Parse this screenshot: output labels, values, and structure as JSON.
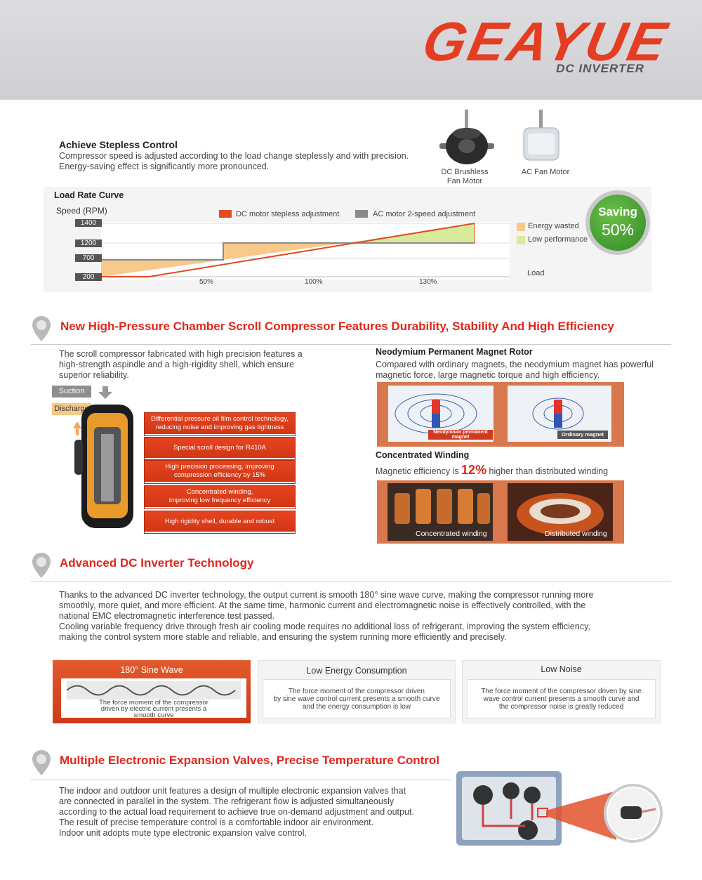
{
  "brand": {
    "logo": "GEAYUE",
    "subtitle": "DC INVERTER"
  },
  "stepless": {
    "title": "Achieve Stepless Control",
    "line1": "Compressor speed is adjusted according to the load change steplessly and with precision.",
    "line2": "Energy-saving effect is significantly more pronounced.",
    "dc_label_1": "DC Brushless",
    "dc_label_2": "Fan Motor",
    "ac_label": "AC Fan Motor"
  },
  "chart_data": {
    "type": "line",
    "title": "Load Rate Curve",
    "ylabel": "Speed (RPM)",
    "xlabel": "Load",
    "y_ticks": [
      "1400",
      "1200",
      "700",
      "200"
    ],
    "x_ticks": [
      "50%",
      "100%",
      "130%"
    ],
    "series": [
      {
        "name": "DC motor stepless adjustment",
        "color": "#e24a24"
      },
      {
        "name": "AC motor 2-speed adjustment",
        "color": "#8a8a8a"
      }
    ],
    "legend_right": [
      {
        "name": "Energy wasted",
        "color": "#f7c98a"
      },
      {
        "name": "Low performance",
        "color": "#d7eb9a"
      }
    ],
    "badge_line1": "Saving",
    "badge_line2": "50%"
  },
  "compressor": {
    "title": "New High-Pressure Chamber Scroll Compressor Features Durability, Stability And High Efficiency",
    "desc1": "The scroll compressor fabricated with high precision features a",
    "desc2": "high-strength aspindle and a high-rigidity shell, which ensure",
    "desc3": "superior reliability.",
    "suction": "Suction",
    "discharge": "Discharge",
    "features": [
      {
        "l1": "Differential pressure oil film control technology,",
        "l2": "reducing noise and improving gas tightness"
      },
      {
        "l1": "Special scroll design for R410A",
        "l2": ""
      },
      {
        "l1": "High precision processing, improving",
        "l2": "compression efficiency by 15%"
      },
      {
        "l1": "Concentrated winding,",
        "l2": "improving low frequency efficiency"
      },
      {
        "l1": "High rigidity shell, durable and robust",
        "l2": ""
      }
    ],
    "rotor_title": "Neodymium Permanent Magnet Rotor",
    "rotor_l1": "Compared with ordinary magnets, the neodymium magnet has powerful",
    "rotor_l2": "magnetic force, large magnetic torque and high efficiency.",
    "neo_tag": "Neodymium permanent magnet",
    "ord_tag": "Ordinary magnet",
    "winding_title": "Concentrated Winding",
    "winding_pre": "Magnetic efficiency is ",
    "winding_pct": "12%",
    "winding_post": " higher than distributed winding",
    "conc_tag": "Concentrated winding",
    "dist_tag": "Distributed winding"
  },
  "inverter": {
    "title": "Advanced DC Inverter Technology",
    "p1": "Thanks to the advanced DC inverter technology, the output current is smooth 180° sine wave curve, making the compressor running more",
    "p2": "smoothly, more quiet, and more efficient. At the same time, harmonic current and electromagnetic noise is effectively controlled, with the",
    "p3": "national EMC electromagnetic interference test passed.",
    "p4": "Cooling variable frequency drive through fresh air cooling mode requires no additional loss of refrigerant, improving the system efficiency,",
    "p5": "making the control system more stable and reliable, and ensuring the system running more efficiently and precisely.",
    "cards": [
      {
        "title": "180° Sine Wave",
        "l1": "The force moment of the compressor",
        "l2": "driven by electric current presents a",
        "l3": "smooth curve"
      },
      {
        "title": "Low Energy Consumption",
        "l1": "The force moment of the compressor driven",
        "l2": "by sine wave control current presents a smooth curve",
        "l3": "and the energy consumption is low"
      },
      {
        "title": "Low Noise",
        "l1": "The force moment of the compressor driven by sine",
        "l2": "wave control current presents a smooth curve and",
        "l3": "the compressor noise is greatly reduced"
      }
    ]
  },
  "valves": {
    "title": "Multiple Electronic Expansion Valves, Precise Temperature Control",
    "l1": "The indoor and outdoor unit features a design of multiple electronic expansion valves that",
    "l2": "are connected in parallel in the system. The refrigerant flow is adjusted simultaneously",
    "l3": "according to the actual load requirement to achieve true on-demand adjustment and output.",
    "l4": "The result of precise temperature control is a comfortable indoor air environment.",
    "l5": "Indoor unit adopts mute type electronic expansion valve control."
  }
}
